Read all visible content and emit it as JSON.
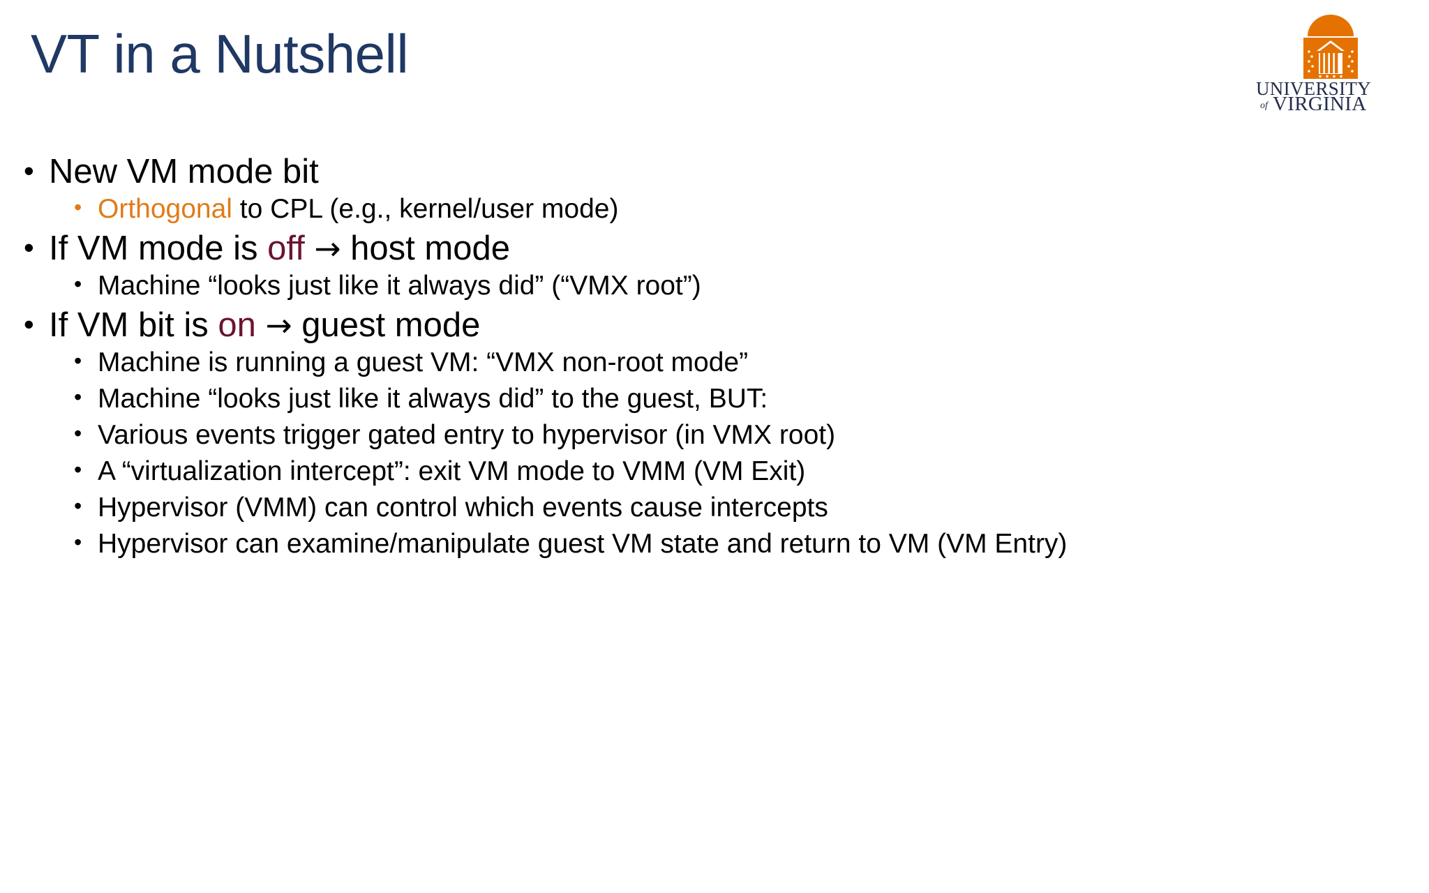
{
  "slide": {
    "title": "VT in a Nutshell",
    "colors": {
      "title": "#1F3864",
      "body_text": "#000000",
      "accent_orange": "#E07B19",
      "accent_maroon": "#6B1430",
      "logo_orange": "#E57200",
      "logo_navy": "#232D4B",
      "background": "#FFFFFF"
    }
  },
  "logo": {
    "name": "university-of-virginia-logo",
    "line1": "UNIVERSITY",
    "connector": "of",
    "line2": "VIRGINIA"
  },
  "bullets": {
    "b1": {
      "level1": "New VM mode bit",
      "sub1": {
        "highlight": "Orthogonal",
        "rest": " to CPL (e.g., kernel/user mode)"
      }
    },
    "b2": {
      "pre": "If VM mode is ",
      "highlight": "off",
      "arrow": "→",
      "post": " host mode",
      "sub1": "Machine “looks just like it always did” (“VMX root”)"
    },
    "b3": {
      "pre": "If VM bit is ",
      "highlight": "on",
      "arrow": "→",
      "post": " guest mode",
      "subs": [
        "Machine is running a guest VM: “VMX non-root mode”",
        "Machine “looks just like it always did” to the guest, BUT:",
        "Various events trigger gated entry to hypervisor (in VMX root)",
        "A “virtualization intercept”: exit VM mode to VMM (VM Exit)",
        "Hypervisor (VMM) can control which events cause intercepts",
        "Hypervisor can examine/manipulate guest VM state and return to VM (VM Entry)"
      ]
    }
  },
  "bullet_glyphs": {
    "level1": "•",
    "level2": "•"
  }
}
